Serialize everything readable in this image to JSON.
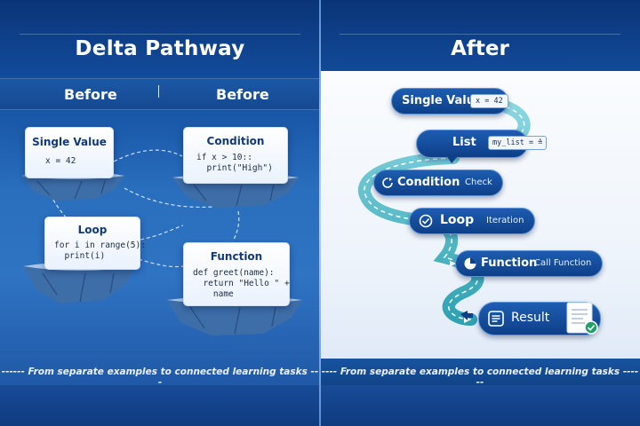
{
  "left": {
    "title": "Delta Pathway",
    "header_labels": [
      "Before",
      "Before"
    ],
    "cards": [
      {
        "title": "Single Value",
        "code": "x = 42"
      },
      {
        "title": "Condition",
        "code": "if x > 10::\n  print(\"High\")"
      },
      {
        "title": "Loop",
        "code": "for i in range(5):\n  print(i)"
      },
      {
        "title": "Function",
        "code": "def greet(name):\n  return \"Hello \" +\n    name"
      }
    ],
    "footer": "From separate examples to connected learning tasks"
  },
  "right": {
    "title": "After",
    "steps": [
      {
        "label": "Single Value",
        "tag": "x = 42"
      },
      {
        "label": "List",
        "tag": "my_list = ≙"
      },
      {
        "label": "Condition",
        "sub": "Check",
        "icon": "refresh-icon"
      },
      {
        "label": "Loop",
        "sub": "Iteration",
        "icon": "check-icon"
      },
      {
        "label": "Function",
        "sub": "Call Function",
        "icon": "pie-icon"
      },
      {
        "label": "Result",
        "icon": "document-icon"
      }
    ],
    "footer": "From separate examples to connected learning tasks"
  },
  "colors": {
    "navy": "#0e3f88",
    "accent_teal": "#2bb3c0",
    "check_green": "#22a06b"
  }
}
